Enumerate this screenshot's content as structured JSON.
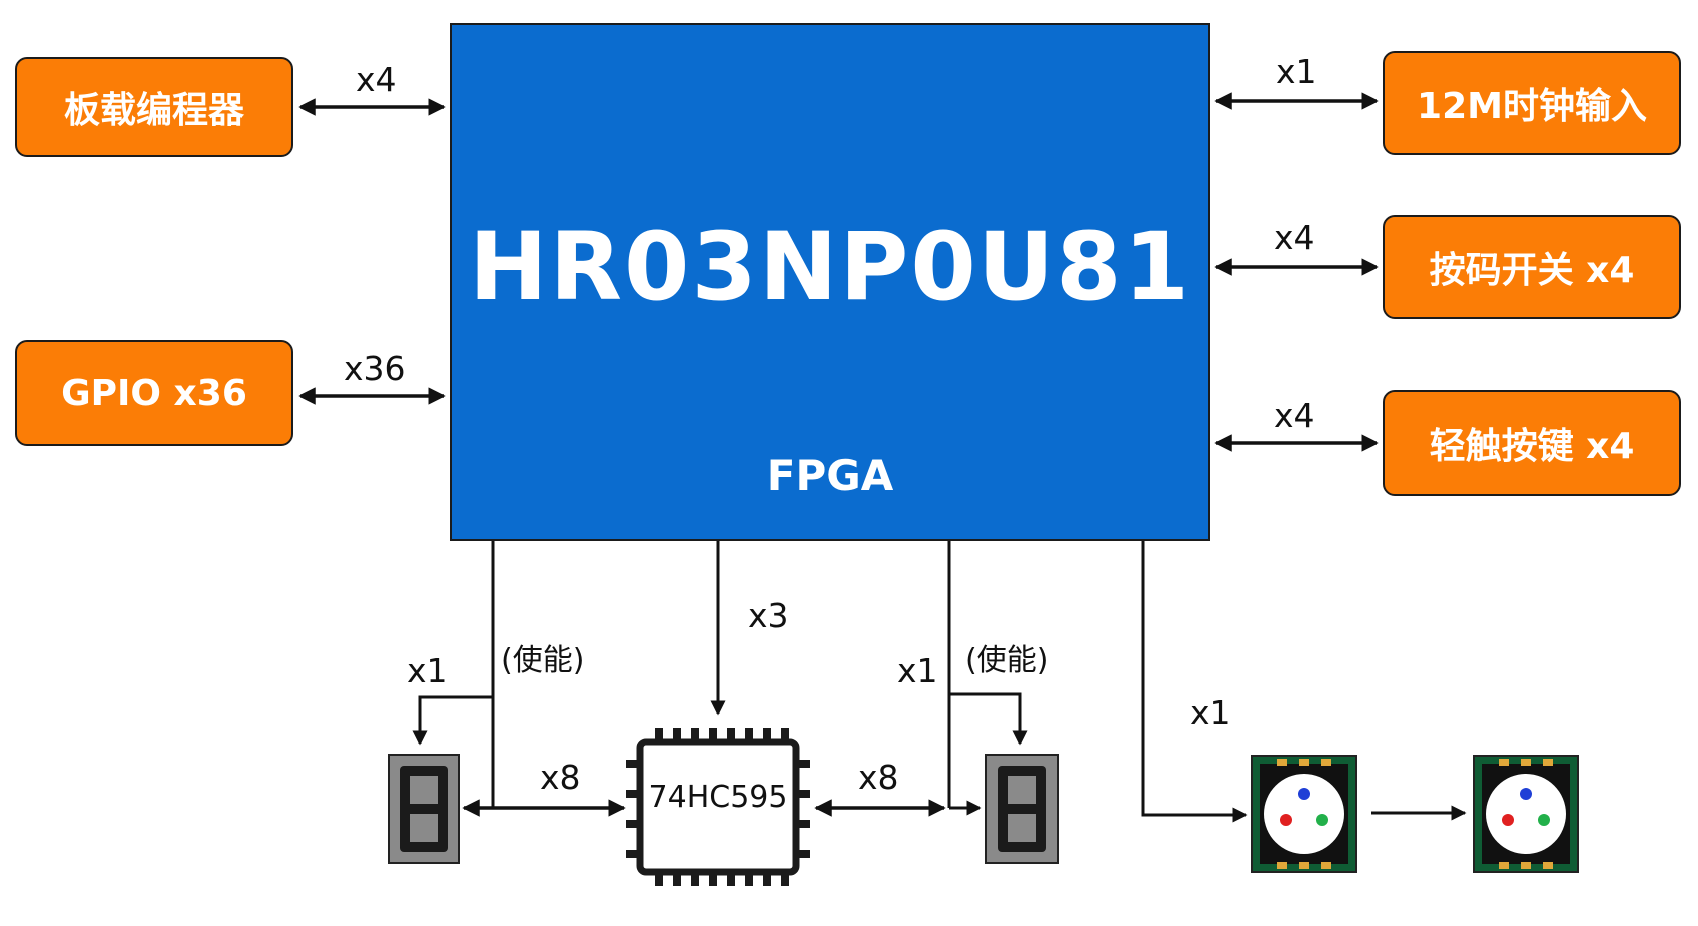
{
  "fpga": {
    "model": "HR03NP0U81",
    "type": "FPGA"
  },
  "blocks": {
    "programmer": "板载编程器",
    "gpio": "GPIO x36",
    "clock": "12M时钟输入",
    "dip_switch": "按码开关 x4",
    "keys": "轻触按键 x4"
  },
  "links": {
    "programmer": "x4",
    "gpio": "x36",
    "clock": "x1",
    "dip_switch": "x4",
    "keys": "x4",
    "shift_reg_ctrl": "x3",
    "seg_left_enable_count": "x1",
    "seg_left_enable_note": "(使能)",
    "seg_right_enable_count": "x1",
    "seg_right_enable_note": "(使能)",
    "seg_left_data": "x8",
    "seg_right_data": "x8",
    "rgb_led": "x1"
  },
  "shift_register": {
    "label": "74HC595"
  },
  "colors": {
    "fpga_fill": "#0b6ccf",
    "block_fill": "#fb7d06",
    "line": "#111111",
    "seg_body": "#8a8a8a",
    "led_board": "#0f5c34",
    "led_pad": "#e0a73a",
    "led_red": "#e02020",
    "led_green": "#22b04a",
    "led_blue": "#1f3fd6"
  },
  "icons": [
    "seven-segment-display-icon",
    "rgb-led-icon",
    "ic-chip-icon"
  ]
}
